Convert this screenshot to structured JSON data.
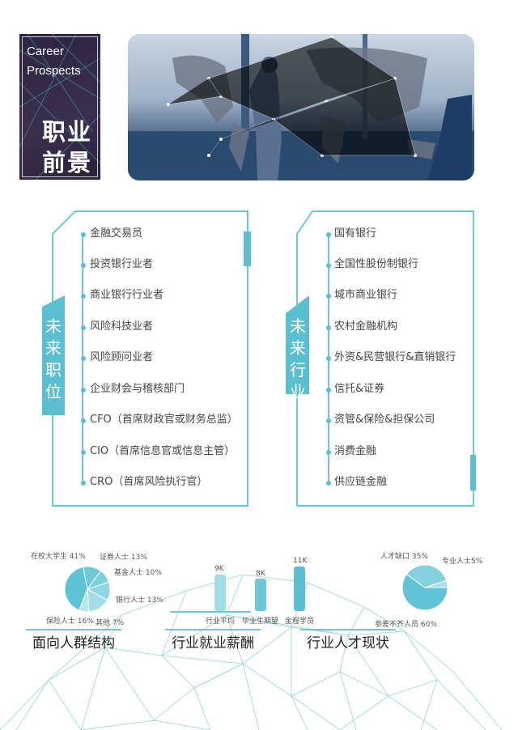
{
  "header": {
    "title_en_1": "Career",
    "title_en_2": "Prospects",
    "title_zh_1": "职业",
    "title_zh_2": "前景"
  },
  "positions": {
    "tab": "未来职位",
    "items": [
      "金融交易员",
      "投资银行业者",
      "商业银行行业者",
      "风险科技业者",
      "风险顾问业者",
      "企业财会与稽核部门",
      "CFO（首席财政官或财务总监）",
      "CIO（首席信息官或信息主管）",
      "CRO（首席风险执行官）"
    ]
  },
  "industries": {
    "tab": "未来行业",
    "items": [
      "国有银行",
      "全国性股份制银行",
      "城市商业银行",
      "农村金融机构",
      "外资&民营银行&直销银行",
      "信托&证券",
      "资管&保险&担保公司",
      "消费金融",
      "供应链金融"
    ]
  },
  "colors": {
    "accent": "#5bbfd2"
  },
  "chart_data": [
    {
      "type": "pie",
      "title": "面向人群结构",
      "slices": [
        {
          "label": "在校大学生 41%",
          "value": 41
        },
        {
          "label": "证券人士 13%",
          "value": 13
        },
        {
          "label": "基金人士 10%",
          "value": 10
        },
        {
          "label": "银行人士 13%",
          "value": 13
        },
        {
          "label": "保险人士 16%",
          "value": 16
        },
        {
          "label": "其他 7%",
          "value": 7
        }
      ]
    },
    {
      "type": "bar",
      "title": "行业就业薪酬",
      "categories": [
        "行业平均",
        "毕业生期望",
        "金程学员"
      ],
      "values": [
        9,
        8,
        11
      ],
      "value_labels": [
        "9K",
        "8K",
        "11K"
      ]
    },
    {
      "type": "pie",
      "title": "行业人才现状",
      "slices": [
        {
          "label": "参差不齐人员 60%",
          "value": 60
        },
        {
          "label": "人才缺口 35%",
          "value": 35
        },
        {
          "label": "专业人士5%",
          "value": 5
        }
      ]
    }
  ]
}
